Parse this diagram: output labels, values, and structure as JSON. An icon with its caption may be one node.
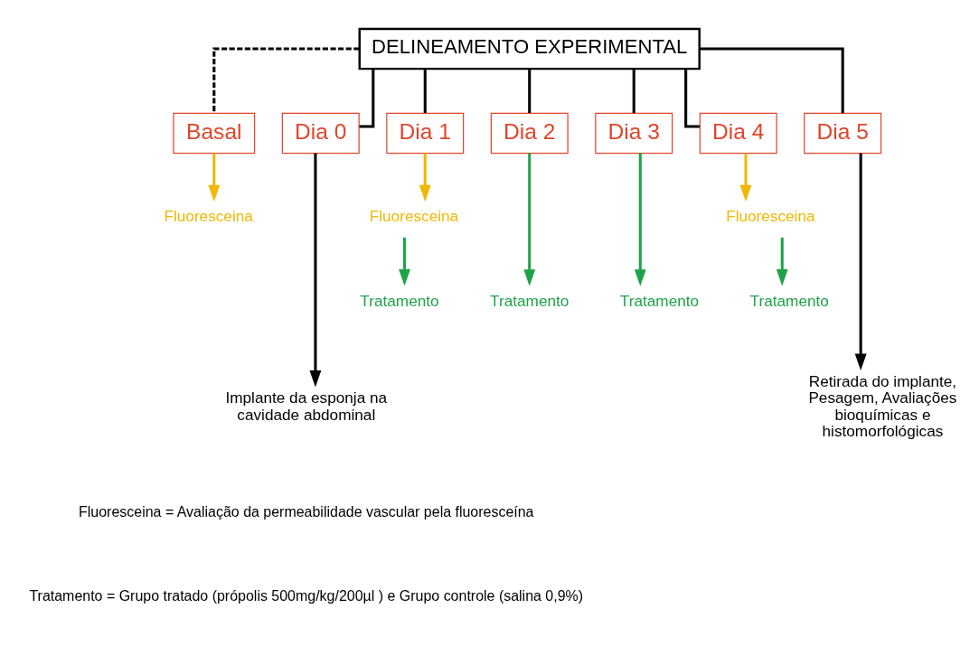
{
  "diagram": {
    "nodes": [
      {
        "text": [
          "DELINEAMENTO EXPERIMENTAL"
        ]
      },
      {
        "text": [
          "Basal"
        ]
      },
      {
        "text": [
          "Dia 0"
        ]
      },
      {
        "text": [
          "Dia 1"
        ]
      },
      {
        "text": [
          "Dia 2"
        ]
      },
      {
        "text": [
          "Dia 3"
        ]
      },
      {
        "text": [
          "Dia 4"
        ]
      },
      {
        "text": [
          "Dia 5"
        ]
      },
      {
        "text": [
          "Fluoresceina"
        ]
      },
      {
        "text": [
          "Implante da esponja na cavidade abdominal"
        ]
      },
      {
        "text": [
          "Fluoresceina"
        ]
      },
      {
        "text": [
          "Tratamento"
        ]
      },
      {
        "text": [
          "Tratamento"
        ]
      },
      {
        "text": [
          "Tratamento"
        ]
      },
      {
        "text": [
          "Fluoresceina"
        ]
      },
      {
        "text": [
          "Tratamento"
        ]
      },
      {
        "text": [
          "Retirada do implante, Pesagem, Avaliações bioquímicas e histomorfológicas"
        ]
      }
    ],
    "edges": [
      {
        "from": 0,
        "to": 1,
        "arrow": "none",
        "style": "dashed"
      },
      {
        "from": 0,
        "to": 2,
        "arrow": "none"
      },
      {
        "from": 0,
        "to": 3,
        "arrow": "none"
      },
      {
        "from": 0,
        "to": 4,
        "arrow": "none"
      },
      {
        "from": 0,
        "to": 5,
        "arrow": "none"
      },
      {
        "from": 0,
        "to": 6,
        "arrow": "none"
      },
      {
        "from": 0,
        "to": 7,
        "arrow": "none"
      },
      {
        "from": 1,
        "to": 8,
        "arrow": "to",
        "color": "#f2b705"
      },
      {
        "from": 2,
        "to": 9,
        "arrow": "to"
      },
      {
        "from": 3,
        "to": 10,
        "arrow": "to",
        "color": "#f2b705"
      },
      {
        "from": 10,
        "to": 11,
        "arrow": "to",
        "color": "#1fa34a"
      },
      {
        "from": 4,
        "to": 12,
        "arrow": "to",
        "color": "#1fa34a"
      },
      {
        "from": 5,
        "to": 13,
        "arrow": "to",
        "color": "#1fa34a"
      },
      {
        "from": 6,
        "to": 14,
        "arrow": "to",
        "color": "#f2b705"
      },
      {
        "from": 14,
        "to": 15,
        "arrow": "to",
        "color": "#1fa34a"
      },
      {
        "from": 7,
        "to": 16,
        "arrow": "to"
      }
    ],
    "labels": [
      "Fluoresceina = Avaliação da permeabilidade vascular pela fluoresceína",
      "Tratamento = Grupo tratado (própolis 500mg/kg/200µl ) e Grupo controle (salina 0,9%)"
    ]
  }
}
